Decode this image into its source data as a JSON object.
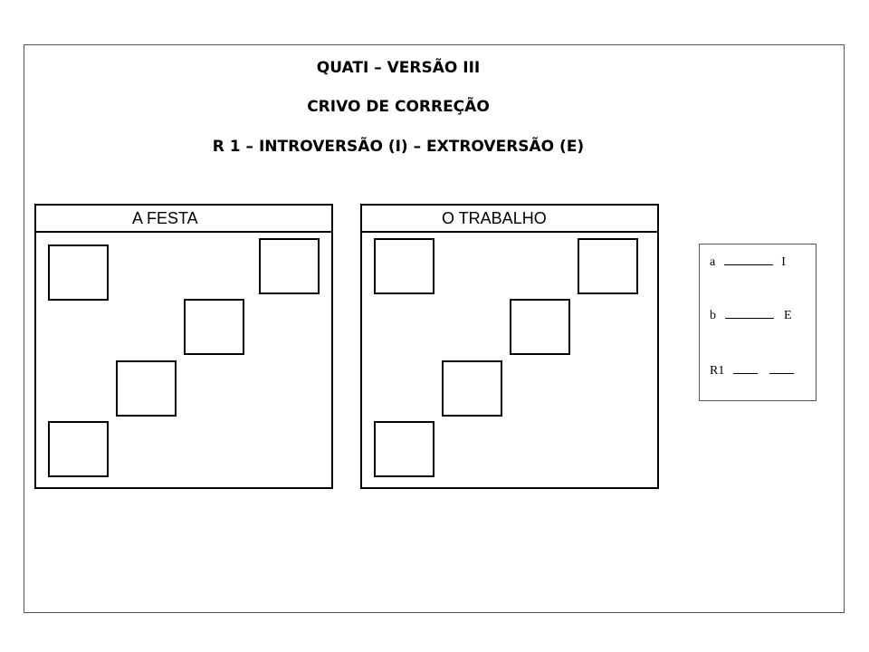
{
  "header": {
    "line1": "QUATI  –  VERSÃO III",
    "line2": "CRIVO DE CORREÇÃO",
    "line3": "R 1 – INTROVERSÃO (I)  –   EXTROVERSÃO (E)"
  },
  "panels": [
    {
      "title": "A FESTA"
    },
    {
      "title": "O TRABALHO"
    }
  ],
  "scorecard": {
    "row_a": {
      "label": "a",
      "letter": "I"
    },
    "row_b": {
      "label": "b",
      "letter": "E"
    },
    "row_r1": {
      "label": "R1"
    }
  }
}
